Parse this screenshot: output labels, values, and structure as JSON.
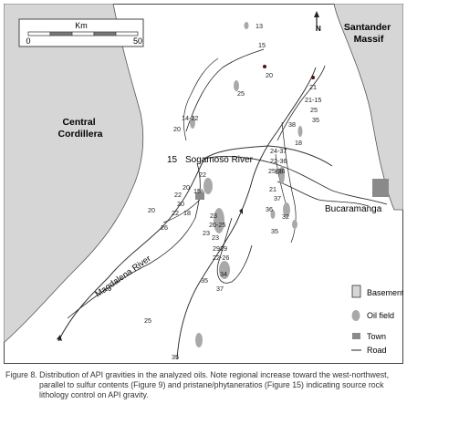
{
  "map": {
    "regions": {
      "santander_massif": "Santander\nMassif",
      "central_cordillera": "Central\nCordillera"
    },
    "rivers": {
      "sogamoso": "Sogamoso River",
      "magdalena": "Magdalena River"
    },
    "towns": {
      "bucaramanga": "Bucaramanga"
    },
    "road_number": "15",
    "scale": {
      "unit": "Km",
      "start": "0",
      "end": "50"
    },
    "north": "N",
    "api_labels": [
      {
        "id": "a13",
        "text": "13"
      },
      {
        "id": "a15n",
        "text": "15"
      },
      {
        "id": "a20ne",
        "text": "20"
      },
      {
        "id": "a25n",
        "text": "25"
      },
      {
        "id": "a21a",
        "text": "21"
      },
      {
        "id": "a21_15",
        "text": "21-15"
      },
      {
        "id": "a25e",
        "text": "25"
      },
      {
        "id": "a35e",
        "text": "35"
      },
      {
        "id": "a38",
        "text": "38"
      },
      {
        "id": "a14_22",
        "text": "14-22"
      },
      {
        "id": "a20w",
        "text": "20"
      },
      {
        "id": "a18",
        "text": "18"
      },
      {
        "id": "a24_37",
        "text": "24-37"
      },
      {
        "id": "a22_36",
        "text": "22-36"
      },
      {
        "id": "a25_36",
        "text": "25-36"
      },
      {
        "id": "a21b",
        "text": "21"
      },
      {
        "id": "a37",
        "text": "37"
      },
      {
        "id": "a36",
        "text": "36"
      },
      {
        "id": "a32",
        "text": "32"
      },
      {
        "id": "a35c",
        "text": "35"
      },
      {
        "id": "a22a",
        "text": "22"
      },
      {
        "id": "a20b",
        "text": "20"
      },
      {
        "id": "a22b",
        "text": "22"
      },
      {
        "id": "a15w",
        "text": "15"
      },
      {
        "id": "a20c",
        "text": "20"
      },
      {
        "id": "a22c",
        "text": "22"
      },
      {
        "id": "a18b",
        "text": "18"
      },
      {
        "id": "a20d",
        "text": "20"
      },
      {
        "id": "a26",
        "text": "26"
      },
      {
        "id": "a23a",
        "text": "23"
      },
      {
        "id": "a20_25",
        "text": "20-25"
      },
      {
        "id": "a23b",
        "text": "23"
      },
      {
        "id": "a23c",
        "text": "23"
      },
      {
        "id": "a29_29",
        "text": "2929"
      },
      {
        "id": "a22_26",
        "text": "22-26"
      },
      {
        "id": "a34",
        "text": "34"
      },
      {
        "id": "a35s",
        "text": "35"
      },
      {
        "id": "a37s",
        "text": "37"
      },
      {
        "id": "a25sw",
        "text": "25"
      },
      {
        "id": "a35b",
        "text": "35"
      }
    ],
    "legend": {
      "basement": "Basement",
      "oil_field": "Oil field",
      "town": "Town",
      "road": "Road"
    },
    "colors": {
      "basement": "#d6d6d6",
      "oil_field": "#a9a9a9",
      "town": "#8a8a8a",
      "line": "#222222",
      "scale_dark": "#777777"
    }
  },
  "caption": {
    "line1": "Figure 8. Distribution of API gravities in the analyzed oils. Note regional increase toward the west-northwest,",
    "line2": "parallel to sulfur contents (Figure 9) and pristane/phytaneratios (Figure 15) indicating source rock",
    "line3": "lithology control on API gravity."
  }
}
